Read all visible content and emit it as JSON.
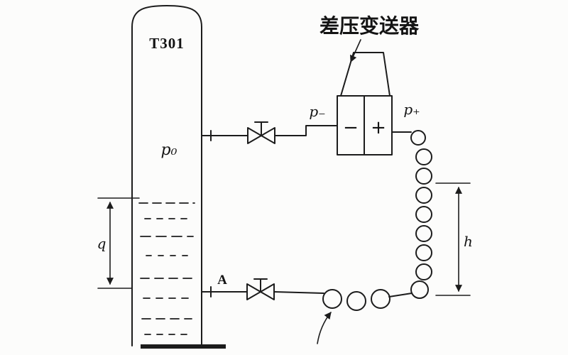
{
  "diagram": {
    "title": "差压变送器",
    "tank": {
      "label": "T301",
      "pressure_label": "p₀"
    },
    "tap_point_label": "A",
    "transmitter": {
      "minus_cell": "−",
      "plus_cell": "+",
      "minus_port_label": "p₋",
      "plus_port_label": "p₊"
    },
    "dimensions": {
      "level_label": "q",
      "height_label": "h"
    }
  }
}
